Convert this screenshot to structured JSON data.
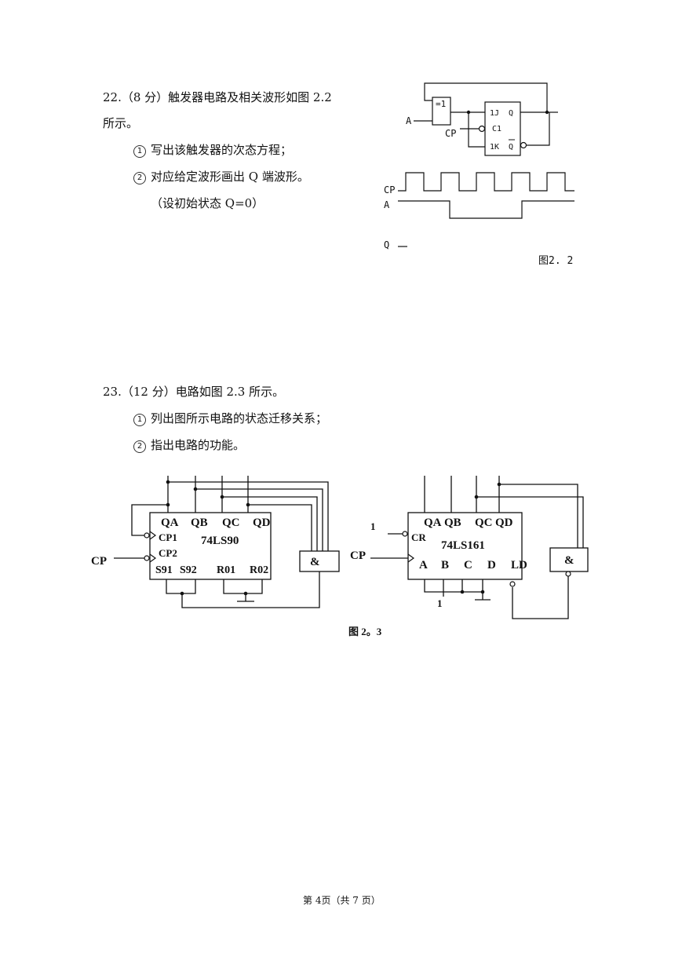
{
  "q22": {
    "line1": "22.（8 分）触发器电路及相关波形如图 2.2",
    "line2": "所示。",
    "item1_num": "1",
    "item1": "写出该触发器的次态方程；",
    "item2_num": "2",
    "item2": "对应给定波形画出 Q 端波形。",
    "note": "（设初始状态 Q=0）"
  },
  "fig22": {
    "xor_label": "=1",
    "input_a": "A",
    "input_cp": "CP",
    "pin_1j": "1J",
    "pin_c1": "C1",
    "pin_1k": "1K",
    "out_q": "Q",
    "out_qbar": "Q",
    "wave_cp": "CP",
    "wave_a": "A",
    "wave_q": "Q",
    "caption": "图2. 2"
  },
  "q23": {
    "line1": "23.（12 分）电路如图 2.3 所示。",
    "item1_num": "1",
    "item1": "列出图所示电路的状态迁移关系；",
    "item2_num": "2",
    "item2": "指出电路的功能。"
  },
  "fig23": {
    "chip1_name": "74LS90",
    "chip1_outputs": [
      "QA",
      "QB",
      "QC",
      "QD"
    ],
    "chip1_cp1": "CP1",
    "chip1_cp2": "CP2",
    "chip1_s91": "S91",
    "chip1_s92": "S92",
    "chip1_r01": "R01",
    "chip1_r02": "R02",
    "cp_left": "CP",
    "and1": "&",
    "chip2_name": "74LS161",
    "chip2_outputs": [
      "QA",
      "QB",
      "QC",
      "QD"
    ],
    "chip2_cr": "CR",
    "chip2_inputs": [
      "A",
      "B",
      "C",
      "D"
    ],
    "chip2_ld": "LD",
    "cp_right": "CP",
    "one_top": "1",
    "one_bottom": "1",
    "and2": "&",
    "caption": "图 2。3"
  },
  "footer": "第 4页（共 7 页）"
}
